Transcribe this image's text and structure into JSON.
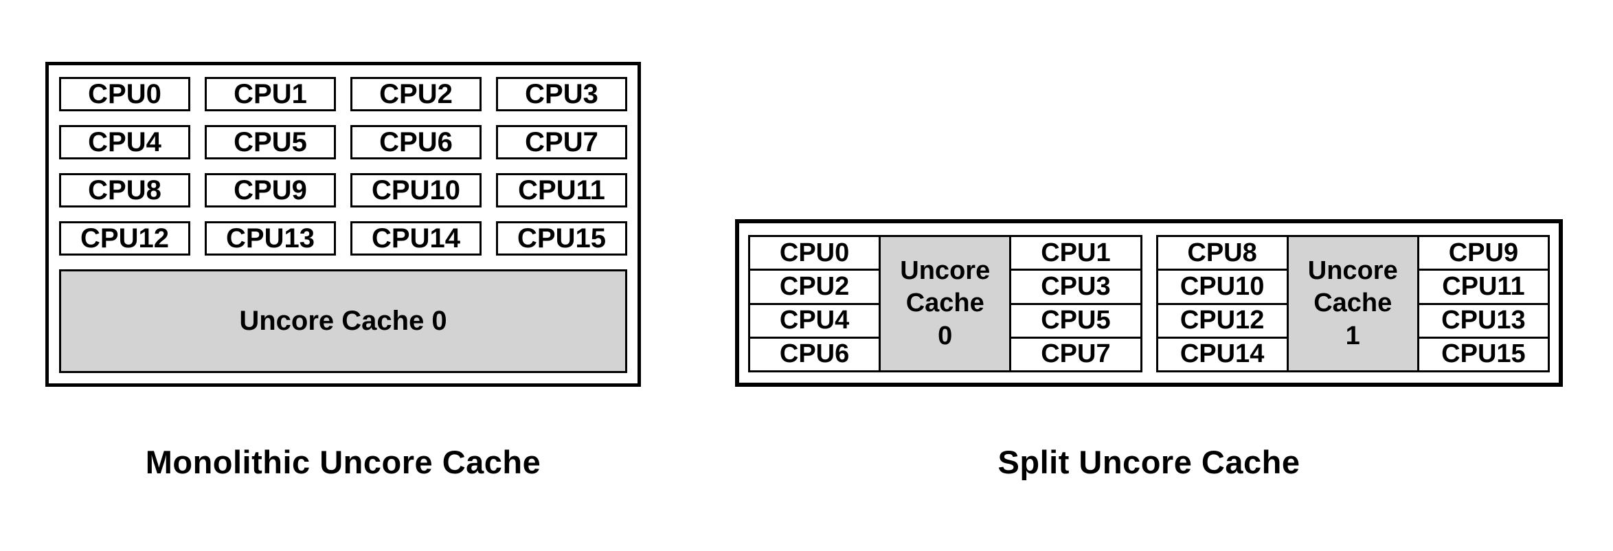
{
  "colors": {
    "background": "#ffffff",
    "border": "#000000",
    "text": "#000000",
    "cpu_fill": "#ffffff",
    "cache_fill": "#d3d3d3"
  },
  "monolithic": {
    "caption": "Monolithic Uncore Cache",
    "cpus": [
      "CPU0",
      "CPU1",
      "CPU2",
      "CPU3",
      "CPU4",
      "CPU5",
      "CPU6",
      "CPU7",
      "CPU8",
      "CPU9",
      "CPU10",
      "CPU11",
      "CPU12",
      "CPU13",
      "CPU14",
      "CPU15"
    ],
    "cache_label": "Uncore Cache 0"
  },
  "split": {
    "caption": "Split Uncore Cache",
    "clusters": [
      {
        "left_cpus": [
          "CPU0",
          "CPU2",
          "CPU4",
          "CPU6"
        ],
        "cache_lines": [
          "Uncore",
          "Cache",
          "0"
        ],
        "right_cpus": [
          "CPU1",
          "CPU3",
          "CPU5",
          "CPU7"
        ]
      },
      {
        "left_cpus": [
          "CPU8",
          "CPU10",
          "CPU12",
          "CPU14"
        ],
        "cache_lines": [
          "Uncore",
          "Cache",
          "1"
        ],
        "right_cpus": [
          "CPU9",
          "CPU11",
          "CPU13",
          "CPU15"
        ]
      }
    ]
  }
}
